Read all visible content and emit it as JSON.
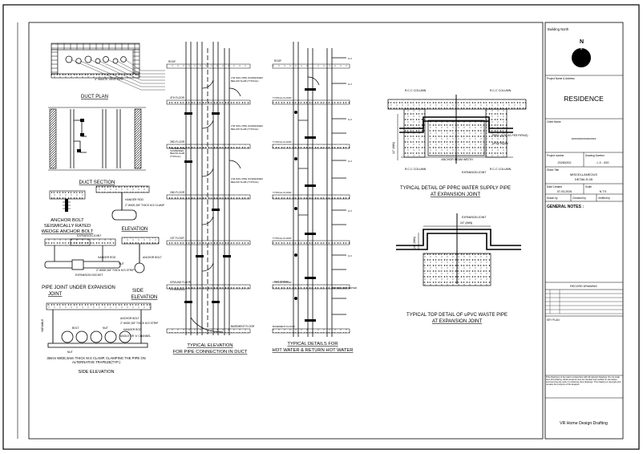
{
  "title_block": {
    "building_north": "Building North",
    "north_symbol": "N",
    "project_name_label": "Project Name & Address",
    "project_name": "RESIDENCE",
    "client_label": "Client Name",
    "client_name": "xxxxxxxxxxxxxxxxx",
    "project_number_label": "Project number",
    "project_number": "20260202",
    "drawing_number_label": "Drawing Number",
    "drawing_number": "L.0 - 000",
    "sheet_title_label": "Sheet Title",
    "sheet_title_line1": "MISCELLANEOUS",
    "sheet_title_line2": "DETAILS-05",
    "date_label": "Date Created",
    "date": "07-03-2026",
    "scale_label": "Scale",
    "scale": "N.T.S",
    "drawn_by": "Drawn by",
    "checked_by": "Checked by",
    "verified_by": "Verified by",
    "general_notes": "GENERAL NOTES :",
    "record_drawing": "RECORD DRAWING",
    "key_plan": "KEY PLAN :",
    "disclaimer": "This drawing is to be read in conjunction with all relevant drawings. Do not scale from this drawing. All dimensions must be checked and verified on site before commencing any work or producing shop drawings. This drawing is copyright and remains the property of the designer.",
    "company": "VR Home Design Drafting"
  },
  "captions": {
    "duct_plan": "DUCT PLAN",
    "duct_section": "DUCT SECTION",
    "anchor_bolt_line1": "ANCHOR BOLT",
    "anchor_bolt_line2": "SEISMICALLY RATED",
    "anchor_bolt_line3": "WEDGE ANCHOR BOLT",
    "elevation": "ELEVATION",
    "pipe_joint_line1": "PIPE JOINT UNDER EXPANSION",
    "pipe_joint_line2": "JOINT",
    "side_elevation_line1": "SIDE",
    "side_elevation_line2": "ELEVATION",
    "side_elevation_bottom": "SIDE ELEVATION",
    "typical_elevation_line1": "TYPICAL ELEVATION",
    "typical_elevation_line2": "FOR PIPE CONNECTION IN DUCT",
    "typical_details_line1": "TYPICAL DETAILS FOR",
    "typical_details_line2": "HOT WATER & RETURN HOT WATER",
    "ppr_detail_line1": "TYPICAL DETAIL OF PPRC WATER SUPPLY PIPE",
    "ppr_detail_line2": "AT EXPANSION JOINT",
    "upvc_detail_line1": "TYPICAL TOP DETAIL OF uPVC WASTE PIPE",
    "upvc_detail_line2": "AT EXPANSION JOINT"
  },
  "labels": {
    "rcc_column": "R.C.C COLUMN",
    "expansion_joint": "EXPANSION JOINT",
    "anchor_beam_width": "ANCHOR BEAM WIDTH",
    "ppr_pipe": "PPRC (SIZE AS PER PIPING)",
    "drop_beam": "DROP BEAM",
    "dim_12": "12\" (MIN)",
    "dim_24_h": "24\" (MIN)",
    "dim_24_v": "24\" (MIN)",
    "hanger_rod": "HANGER ROD",
    "ms_clamp": "2\" WIDE,3/8\" THICK M.S CLAMP",
    "nut": "NUT",
    "ms_strip": "2\" WIDE,3/8\" THICK M.S STRIP",
    "anchor_bolt": "ANCHOR BOLT",
    "expansion_socket": "EXPANSION SOCKET",
    "bolt": "BOLT",
    "angle_channel": "ANGLE OR 'U' CHANNEL",
    "variable": "VARIABLE",
    "clamp_note": "38mm WIDE,5mm THICK M.S CLAMP, CLAMPING THE PIPE ON ALTERNATIVE TRAPEZE(TYP.)",
    "vent_pipe": "4\" WASTE VENT PIPE",
    "roof": "ROOF",
    "fourth_floor": "4TH FLOOR",
    "third_floor": "3RD FLOOR",
    "second_floor": "2ND FLOOR",
    "first_floor": "1ST FLOOR",
    "ground_floor": "GROUND FLOOR",
    "basement_floor": "BASEMENT FLOOR",
    "typical_floor": "TYPICAL FLOOR",
    "suspended_pipe": "4\"Ø SOIL PIPE SUSPENDED BELOW SLAB (TYPICAL)",
    "manhole": "TO MANHOLE",
    "hot_water": "HOT WATER",
    "return_hot_water": "RETURN HOT WATER",
    "gv": "G.V"
  },
  "colors": {
    "ink": "#000000",
    "paper": "#ffffff"
  }
}
